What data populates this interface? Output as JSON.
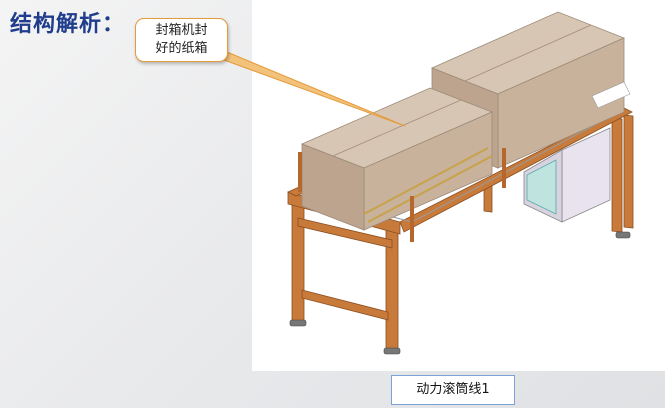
{
  "heading": "结构解析：",
  "callout": {
    "line1": "封箱机封",
    "line2": "好的纸箱"
  },
  "caption": "动力滚筒线1",
  "colors": {
    "heading": "#1f3d8c",
    "frame": "#c87a3a",
    "box": "#cdb49e",
    "callout_border": "#e59a3c"
  },
  "icons": [
    "conveyor-illustration"
  ]
}
